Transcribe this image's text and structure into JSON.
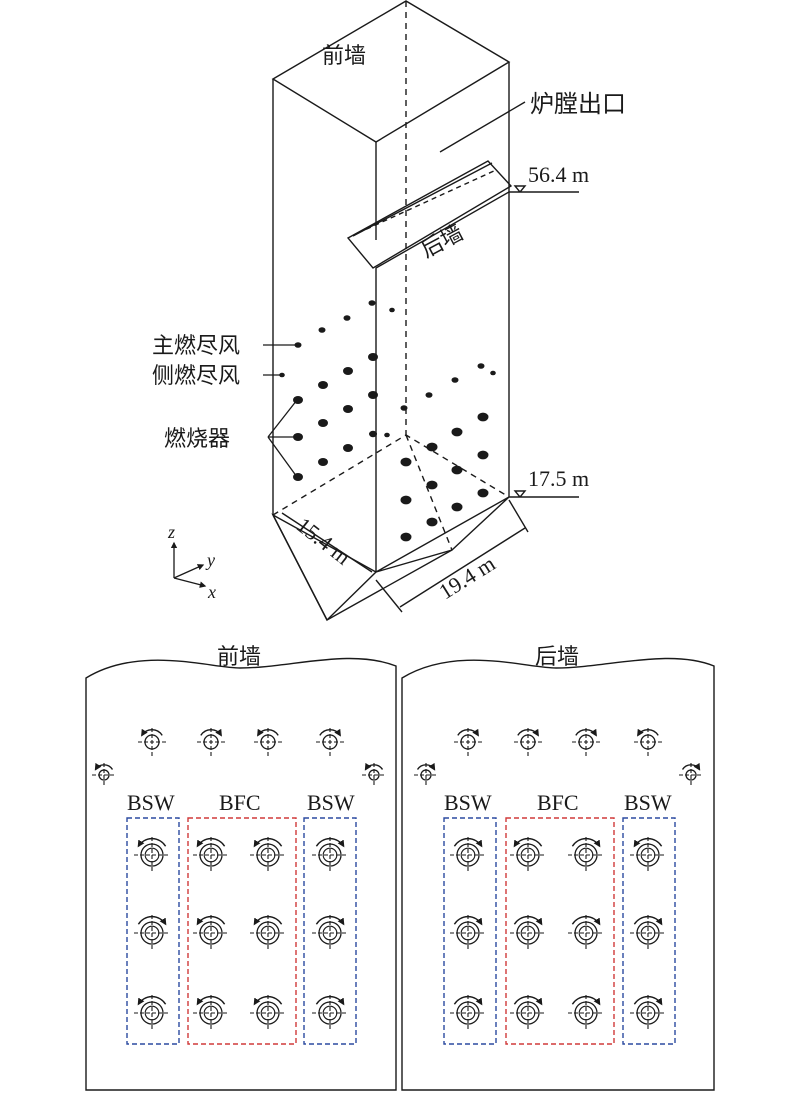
{
  "furnace": {
    "front_wall_label": "前墙",
    "rear_wall_label": "后墙",
    "furnace_outlet_label": "炉膛出口",
    "elevation_top": "56.4 m",
    "elevation_bottom": "17.5 m",
    "width_label": "15.4 m",
    "depth_label": "19.4 m",
    "callout_main_ofa": "主燃尽风",
    "callout_side_ofa": "侧燃尽风",
    "callout_burner": "燃烧器",
    "axis_z": "z",
    "axis_y": "y",
    "axis_x": "x"
  },
  "panels": [
    {
      "title": "前墙",
      "group_left": "BSW",
      "group_center": "BFC",
      "group_right": "BSW",
      "main_ofa_swirl": [
        "ccw",
        "cw",
        "ccw",
        "cw"
      ],
      "side_ofa_swirl": [
        "ccw",
        "ccw"
      ],
      "burner_swirl": [
        [
          "ccw",
          "ccw",
          "ccw",
          "cw"
        ],
        [
          "cw",
          "ccw",
          "ccw",
          "cw"
        ],
        [
          "ccw",
          "ccw",
          "ccw",
          "cw"
        ]
      ]
    },
    {
      "title": "后墙",
      "group_left": "BSW",
      "group_center": "BFC",
      "group_right": "BSW",
      "main_ofa_swirl": [
        "cw",
        "cw",
        "cw",
        "ccw"
      ],
      "side_ofa_swirl": [
        "cw",
        "cw"
      ],
      "burner_swirl": [
        [
          "cw",
          "ccw",
          "cw",
          "ccw"
        ],
        [
          "cw",
          "cw",
          "cw",
          "cw"
        ],
        [
          "cw",
          "cw",
          "cw",
          "cw"
        ]
      ]
    }
  ],
  "colors": {
    "line": "#1a1a1a",
    "bsw_box": "#2b4aa0",
    "bfc_box": "#d03a3a"
  }
}
